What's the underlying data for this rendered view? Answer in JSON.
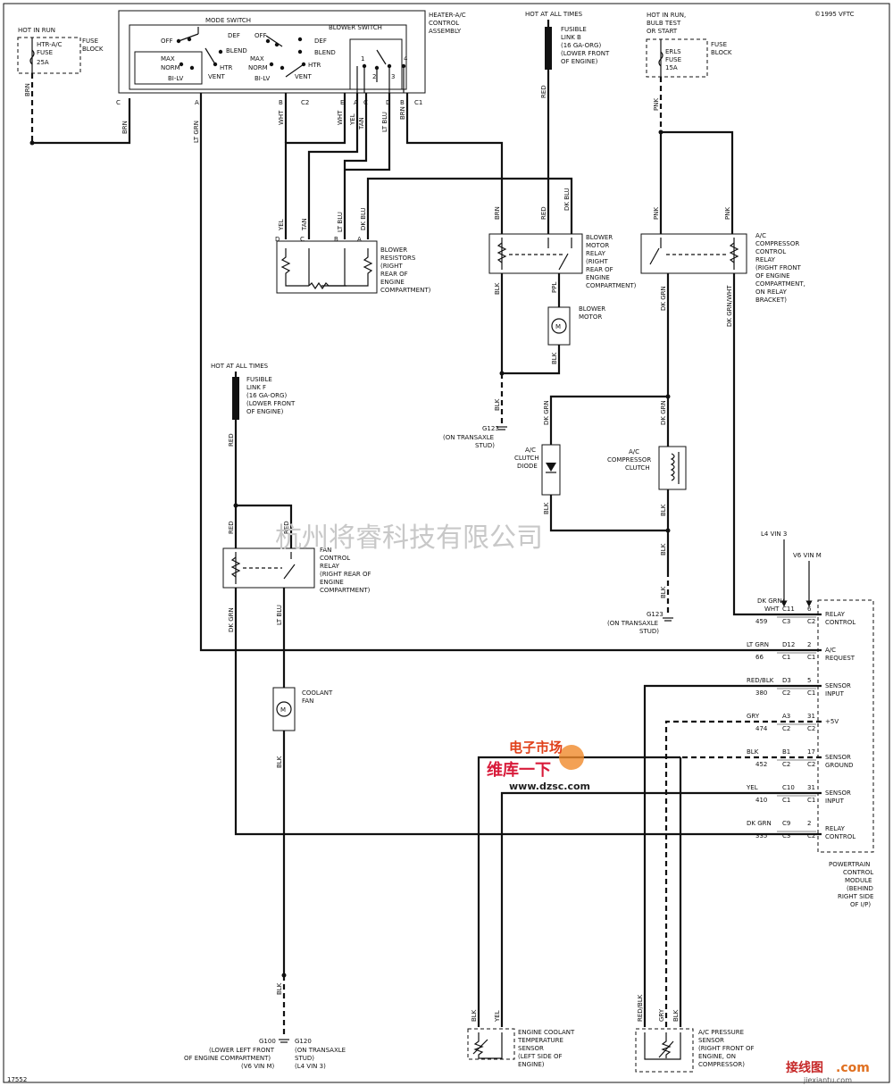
{
  "copyright": "©1995 VFTC",
  "figure_number": "17552",
  "watermark": "杭州将睿科技有限公司",
  "watermark2": {
    "line1": "电子市场",
    "line2": "维库一下",
    "url": "www.dzsc.com"
  },
  "watermark3": {
    "text": "接线图",
    "suffix": ".com",
    "url": "jiexiantu.com"
  },
  "heater_fuse": {
    "hot": "HOT IN RUN",
    "name": "HTR-A/C",
    "type": "FUSE",
    "amp": "25A",
    "block1": "FUSE",
    "block2": "BLOCK"
  },
  "erls_fuse": {
    "hot1": "HOT IN RUN,",
    "hot2": "BULB TEST",
    "hot3": "OR START",
    "name": "ERLS",
    "type": "FUSE",
    "amp": "15A",
    "block1": "FUSE",
    "block2": "BLOCK"
  },
  "hvac": {
    "title1": "HEATER-A/C",
    "title2": "CONTROL",
    "title3": "ASSEMBLY",
    "mode_switch": "MODE SWITCH",
    "blower_switch": "BLOWER SWITCH",
    "off": "OFF",
    "def": "DEF",
    "blend": "BLEND",
    "max": "MAX",
    "norm": "NORM",
    "bilv": "BI-LV",
    "vent": "VENT",
    "htr": "HTR",
    "pos1": "1",
    "pos2": "2",
    "pos3": "3",
    "pos4": "4"
  },
  "pins": {
    "c": "C",
    "a": "A",
    "b": "B",
    "c2": "C2",
    "e": "E",
    "d": "D",
    "c1": "C1"
  },
  "wires": {
    "brn": "BRN",
    "ltgrn": "LT GRN",
    "wht": "WHT",
    "yel": "YEL",
    "tan": "TAN",
    "ltblu": "LT BLU",
    "dkblu": "DK BLU",
    "red": "RED",
    "pnk": "PNK",
    "blk": "BLK",
    "ppl": "PPL",
    "dkgrn": "DK GRN",
    "dkgrnwht": "DK GRN/WHT",
    "redblk": "RED/BLK",
    "gry": "GRY"
  },
  "fusible_b": {
    "hot": "HOT AT ALL TIMES",
    "l1": "FUSIBLE",
    "l2": "LINK B",
    "l3": "(16 GA-ORG)",
    "l4": "(LOWER FRONT",
    "l5": "OF ENGINE)"
  },
  "fusible_f": {
    "hot": "HOT AT ALL TIMES",
    "l1": "FUSIBLE",
    "l2": "LINK F",
    "l3": "(16 GA-ORG)",
    "l4": "(LOWER FRONT",
    "l5": "OF ENGINE)"
  },
  "blower_resistors": {
    "l1": "BLOWER",
    "l2": "RESISTORS",
    "l3": "(RIGHT",
    "l4": "REAR OF",
    "l5": "ENGINE",
    "l6": "COMPARTMENT)"
  },
  "blower_relay": {
    "l1": "BLOWER",
    "l2": "MOTOR",
    "l3": "RELAY",
    "l4": "(RIGHT",
    "l5": "REAR OF",
    "l6": "ENGINE",
    "l7": "COMPARTMENT)"
  },
  "blower_motor": {
    "l1": "BLOWER",
    "l2": "MOTOR",
    "m": "M"
  },
  "ac_relay": {
    "l1": "A/C",
    "l2": "COMPRESSOR",
    "l3": "CONTROL",
    "l4": "RELAY",
    "l5": "(RIGHT FRONT",
    "l6": "OF ENGINE",
    "l7": "COMPARTMENT,",
    "l8": "ON RELAY",
    "l9": "BRACKET)"
  },
  "ac_diode": {
    "l1": "A/C",
    "l2": "CLUTCH",
    "l3": "DIODE"
  },
  "ac_clutch": {
    "l1": "A/C",
    "l2": "COMPRESSOR",
    "l3": "CLUTCH"
  },
  "g123a": {
    "id": "G123",
    "l1": "(ON TRANSAXLE",
    "l2": "STUD)"
  },
  "g123b": {
    "id": "G123",
    "l1": "(ON TRANSAXLE",
    "l2": "STUD)"
  },
  "fan_relay": {
    "l1": "FAN",
    "l2": "CONTROL",
    "l3": "RELAY",
    "l4": "(RIGHT REAR OF",
    "l5": "ENGINE",
    "l6": "COMPARTMENT)"
  },
  "coolant_fan": {
    "l1": "COOLANT",
    "l2": "FAN",
    "m": "M"
  },
  "g100": {
    "id": "G100",
    "l1": "(LOWER LEFT FRONT",
    "l2": "OF ENGINE COMPARTMENT)",
    "l3": "(V6 VIN M)"
  },
  "g120": {
    "id": "G120",
    "l1": "(ON TRANSAXLE",
    "l2": "STUD)",
    "l3": "(L4 VIN 3)"
  },
  "engine_vins": {
    "l4": "L4 VIN 3",
    "v6": "V6 VIN M"
  },
  "pcm": {
    "l1": "POWERTRAIN",
    "l2": "CONTROL",
    "l3": "MODULE",
    "l4": "(BEHIND",
    "l5": "RIGHT SIDE",
    "l6": "OF I/P)",
    "rows": [
      {
        "wire": "DK GRN/",
        "wire2": "WHT",
        "circuit": "459",
        "pin_l4": "C11",
        "conn_l4": "C3",
        "pin_v6": "6",
        "conn_v6": "C2",
        "func1": "RELAY",
        "func2": "CONTROL"
      },
      {
        "wire": "LT GRN",
        "circuit": "66",
        "pin_l4": "D12",
        "conn_l4": "C1",
        "pin_v6": "2",
        "conn_v6": "C1",
        "func1": "A/C",
        "func2": "REQUEST"
      },
      {
        "wire": "RED/BLK",
        "circuit": "380",
        "pin_l4": "D3",
        "conn_l4": "C2",
        "pin_v6": "5",
        "conn_v6": "C1",
        "func1": "SENSOR",
        "func2": "INPUT"
      },
      {
        "wire": "GRY",
        "circuit": "474",
        "pin_l4": "A3",
        "conn_l4": "C2",
        "pin_v6": "31",
        "conn_v6": "C2",
        "func1": "+5V",
        "func2": ""
      },
      {
        "wire": "BLK",
        "circuit": "452",
        "pin_l4": "B1",
        "conn_l4": "C2",
        "pin_v6": "17",
        "conn_v6": "C2",
        "func1": "SENSOR",
        "func2": "GROUND"
      },
      {
        "wire": "YEL",
        "circuit": "410",
        "pin_l4": "C10",
        "conn_l4": "C1",
        "pin_v6": "31",
        "conn_v6": "C1",
        "func1": "SENSOR",
        "func2": "INPUT"
      },
      {
        "wire": "DK GRN",
        "circuit": "335",
        "pin_l4": "C9",
        "conn_l4": "C3",
        "pin_v6": "2",
        "conn_v6": "C2",
        "func1": "RELAY",
        "func2": "CONTROL"
      }
    ]
  },
  "ect_sensor": {
    "l1": "ENGINE COOLANT",
    "l2": "TEMPERATURE",
    "l3": "SENSOR",
    "l4": "(LEFT SIDE OF",
    "l5": "ENGINE)"
  },
  "acp_sensor": {
    "l1": "A/C PRESSURE",
    "l2": "SENSOR",
    "l3": "(RIGHT FRONT OF",
    "l4": "ENGINE, ON",
    "l5": "COMPRESSOR)"
  }
}
